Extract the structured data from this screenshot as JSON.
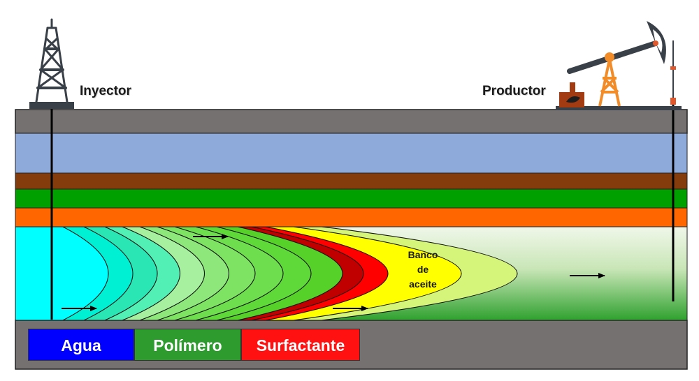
{
  "labels": {
    "injector": "Inyector",
    "producer": "Productor",
    "oil_bank": [
      "Banco",
      "de",
      "aceite"
    ]
  },
  "legend": [
    {
      "label": "Agua",
      "color": "#0000ff"
    },
    {
      "label": "Polímero",
      "color": "#2e9b2e"
    },
    {
      "label": "Surfactante",
      "color": "#ff1111"
    }
  ],
  "colors": {
    "overburden": "#767171",
    "layer_blue": "#8eaadb",
    "layer_brown": "#843c0c",
    "layer_green": "#00a000",
    "layer_orange": "#ff6600",
    "water_zone": "#00ffff",
    "oil_bank": "#ffff00",
    "surfactant": "#ff0000",
    "surfactant_dark": "#c00000"
  },
  "icons": [
    "derrick-icon",
    "pumpjack-icon",
    "flow-arrow-icon"
  ]
}
